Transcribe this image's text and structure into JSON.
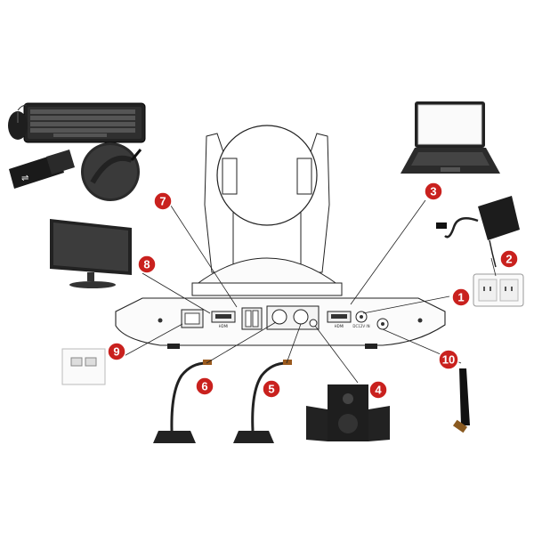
{
  "badges": {
    "b1": "1",
    "b2": "2",
    "b3": "3",
    "b4": "4",
    "b5": "5",
    "b6": "6",
    "b7": "7",
    "b8": "8",
    "b9": "9",
    "b10": "10"
  },
  "ports": {
    "hdmi_left": "HDMI",
    "hdmi_right": "HDMI",
    "dc_in": "DC12V IN"
  },
  "colors": {
    "badge": "#c9211e",
    "device_outline": "#222222",
    "device_fill": "#f4f4f4"
  },
  "icons": [
    "keyboard-icon",
    "mouse-icon",
    "usb-drive-icon",
    "wireless-dongle-icon",
    "monitor-icon",
    "laptop-icon",
    "power-adapter-icon",
    "wall-outlet-icon",
    "ethernet-wall-plate-icon",
    "gooseneck-microphone-icon",
    "speaker-icon",
    "antenna-icon"
  ]
}
